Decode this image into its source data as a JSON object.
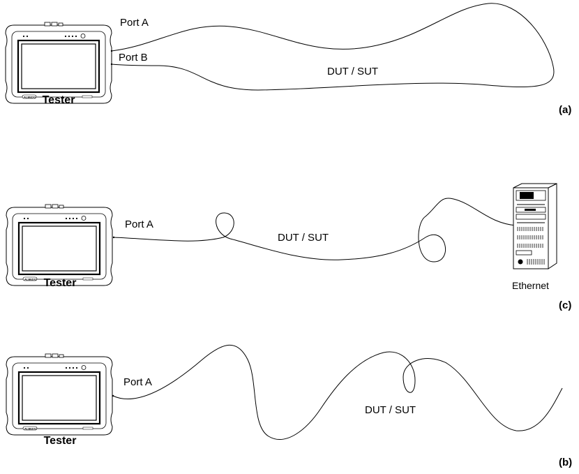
{
  "panels": [
    {
      "id": "a",
      "caption": "(a)",
      "tester_label": "Tester",
      "tester_brand": "ALBEDO",
      "port_labels": [
        "Port A",
        "Port B"
      ],
      "dut_label": "DUT / SUT"
    },
    {
      "id": "c",
      "caption": "(c)",
      "tester_label": "Tester",
      "tester_brand": "ALBEDO",
      "port_labels": [
        "Port A"
      ],
      "dut_label": "DUT / SUT",
      "endpoint_label": "Ethernet",
      "endpoint_icon": "server-tower-icon"
    },
    {
      "id": "b",
      "caption": "(b)",
      "tester_label": "Tester",
      "tester_brand": "ALBEDO",
      "port_labels": [
        "Port A"
      ],
      "dut_label": "DUT / SUT"
    }
  ],
  "device_icon": "handheld-tester-icon"
}
